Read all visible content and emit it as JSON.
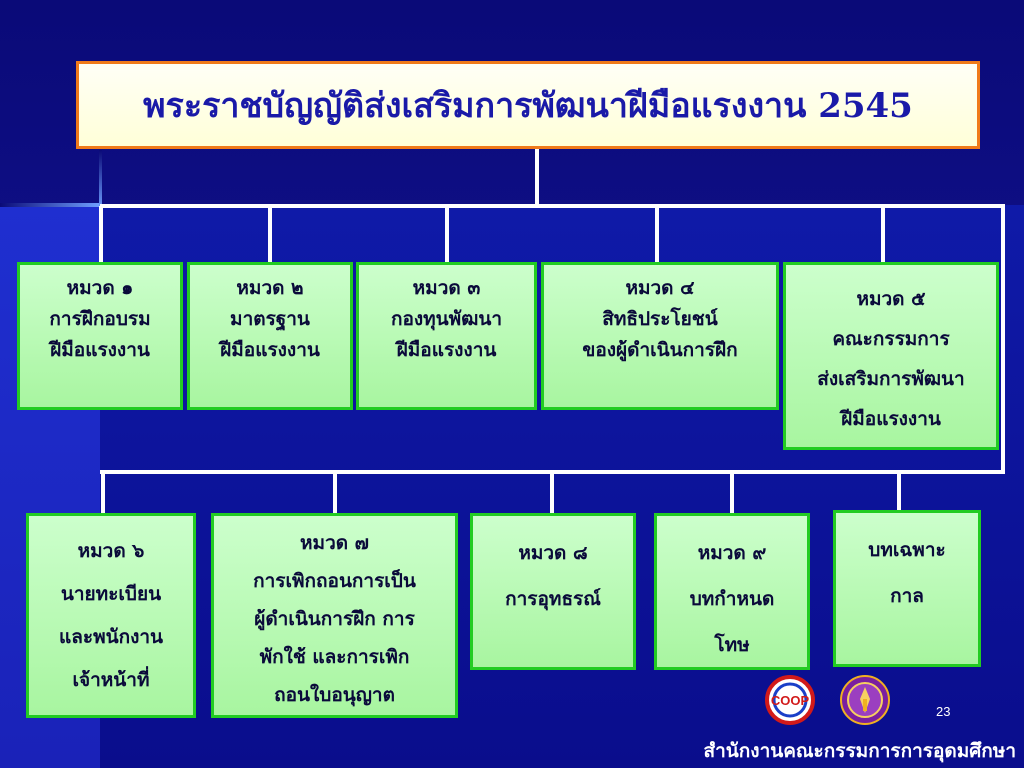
{
  "title": "พระราชบัญญัติส่งเสริมการพัฒนาฝีมือแรงงาน 2545",
  "row1": [
    {
      "lines": [
        "หมวด ๑",
        "การฝึกอบรม",
        "ฝีมือแรงงาน"
      ]
    },
    {
      "lines": [
        "หมวด ๒",
        "มาตรฐาน",
        "ฝีมือแรงงาน"
      ]
    },
    {
      "lines": [
        "หมวด ๓",
        "กองทุนพัฒนา",
        "ฝีมือแรงงาน"
      ]
    },
    {
      "lines": [
        "หมวด ๔",
        "สิทธิประโยชน์",
        "ของผู้ดำเนินการฝึก"
      ]
    },
    {
      "lines": [
        "หมวด ๕",
        "คณะกรรมการ",
        "ส่งเสริมการพัฒนา",
        "ฝีมือแรงงาน"
      ]
    }
  ],
  "row2": [
    {
      "lines": [
        "หมวด ๖",
        "นายทะเบียน",
        "และพนักงาน",
        "เจ้าหน้าที่"
      ]
    },
    {
      "lines": [
        "หมวด ๗",
        "การเพิกถอนการเป็น",
        "ผู้ดำเนินการฝึก การ",
        "พักใช้ และการเพิก",
        "ถอนใบอนุญาต"
      ]
    },
    {
      "lines": [
        "หมวด ๘",
        "การอุทธรณ์"
      ]
    },
    {
      "lines": [
        "หมวด ๙",
        "บทกำหนด",
        "โทษ"
      ]
    },
    {
      "lines": [
        "บทเฉพาะ",
        "กาล"
      ]
    }
  ],
  "logos": {
    "left_icon": "coop-logo-icon",
    "right_icon": "university-emblem-icon",
    "left_text": "COOP"
  },
  "page_number": "23",
  "footer": "สำนักงานคณะกรรมการการอุดมศึกษา"
}
